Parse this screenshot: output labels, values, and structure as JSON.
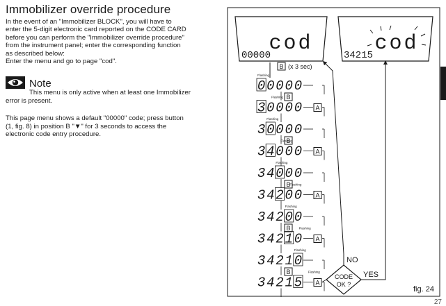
{
  "page": {
    "title": "Immobilizer override procedure",
    "intro_lines": [
      "In the event of an \"Immobilizer BLOCK\", you will have to",
      "enter the 5-digit electronic card reported on the CODE CARD",
      "before you can perform the \"Immobilizer override procedure\"",
      "from the instrument panel; enter the corresponding function",
      "as described below:",
      "Enter the menu and go to page \"cod\"."
    ],
    "note_title": "Note",
    "note_lines": [
      "This menu is only active when at least one Immobilizer",
      "error is present."
    ],
    "para2_lines": [
      "This page menu shows a default \"00000\" code; press button",
      "(1, fig. 8) in position B \"▼\" for 3 seconds to access the",
      "electronic code entry procedure."
    ],
    "page_number": "27"
  },
  "figure": {
    "lcd_left": {
      "top": "cod",
      "bottom": "00000"
    },
    "lcd_right": {
      "top": "cod",
      "bottom": "34215"
    },
    "first_step_button": "B",
    "first_step_label": "(x 3 sec)",
    "flashing_label": "Flashing",
    "steps": [
      {
        "digits": "00000",
        "button": "B"
      },
      {
        "digits": "30000",
        "button": "A"
      },
      {
        "digits": "30000",
        "button": "B"
      },
      {
        "digits": "34000",
        "button": "A"
      },
      {
        "digits": "34000",
        "button": "B"
      },
      {
        "digits": "34200",
        "button": "A"
      },
      {
        "digits": "34200",
        "button": "B"
      },
      {
        "digits": "34210",
        "button": "A"
      },
      {
        "digits": "34210",
        "button": "B"
      },
      {
        "digits": "34215",
        "button": "A"
      }
    ],
    "decision": {
      "line1": "CODE",
      "line2": "OK ?"
    },
    "no_label": "NO",
    "yes_label": "YES",
    "fig_label": "fig. 24"
  }
}
